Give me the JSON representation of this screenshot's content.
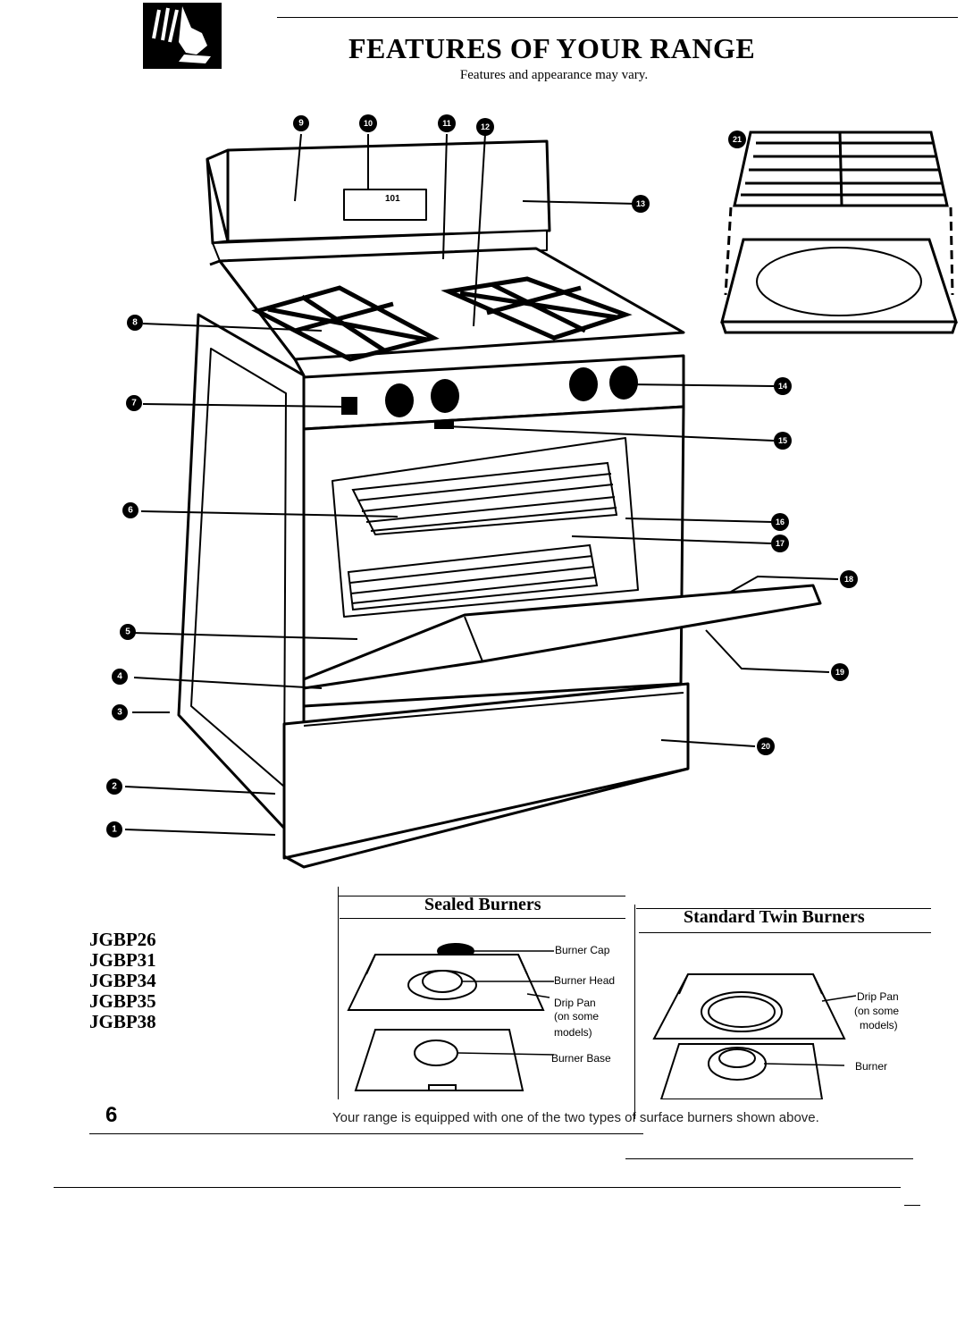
{
  "header": {
    "title": "FEATURES OF YOUR RANGE",
    "subtitle": "Features and appearance may vary."
  },
  "callouts": {
    "c1": "1",
    "c2": "2",
    "c3": "3",
    "c4": "4",
    "c5": "5",
    "c6": "6",
    "c7": "7",
    "c8": "8",
    "c9": "9",
    "c10": "10",
    "c11": "11",
    "c12": "12",
    "c13": "13",
    "c14": "14",
    "c15": "15",
    "c16": "16",
    "c17": "17",
    "c18": "18",
    "c19": "19",
    "c20": "20",
    "c21": "21"
  },
  "display_readout": "101",
  "models": [
    "JGBP26",
    "JGBP31",
    "JGBP34",
    "JGBP35",
    "JGBP38"
  ],
  "sealed_burners": {
    "title": "Sealed Burners",
    "labels": {
      "cap": "Burner Cap",
      "head": "Burner Head",
      "drip_pan": "Drip Pan",
      "drip_pan_note_1": "(on some",
      "drip_pan_note_2": "models)",
      "base": "Burner Base"
    }
  },
  "twin_burners": {
    "title": "Standard Twin Burners",
    "labels": {
      "drip_pan": "Drip Pan",
      "drip_pan_note_1": "(on some",
      "drip_pan_note_2": "models)",
      "burner": "Burner"
    }
  },
  "footer": {
    "page_number": "6",
    "note": "Your range is equipped with one of the two types of surface burners shown above."
  }
}
